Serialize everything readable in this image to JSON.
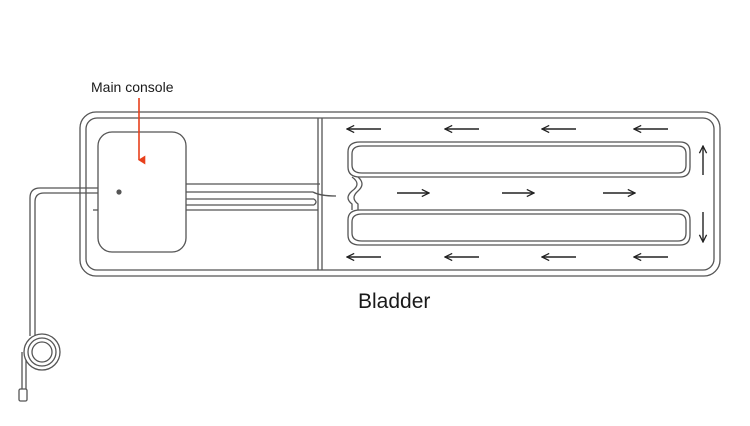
{
  "labels": {
    "main_console": "Main console",
    "bladder": "Bladder"
  },
  "colors": {
    "outline": "#555555",
    "pointer_arrow": "#e8401c",
    "flow_arrow": "#222222",
    "background": "#ffffff"
  },
  "flow": {
    "top_row": "left",
    "middle_row": "right",
    "bottom_row": "left",
    "right_side_upper": "up",
    "right_side_lower": "down"
  }
}
